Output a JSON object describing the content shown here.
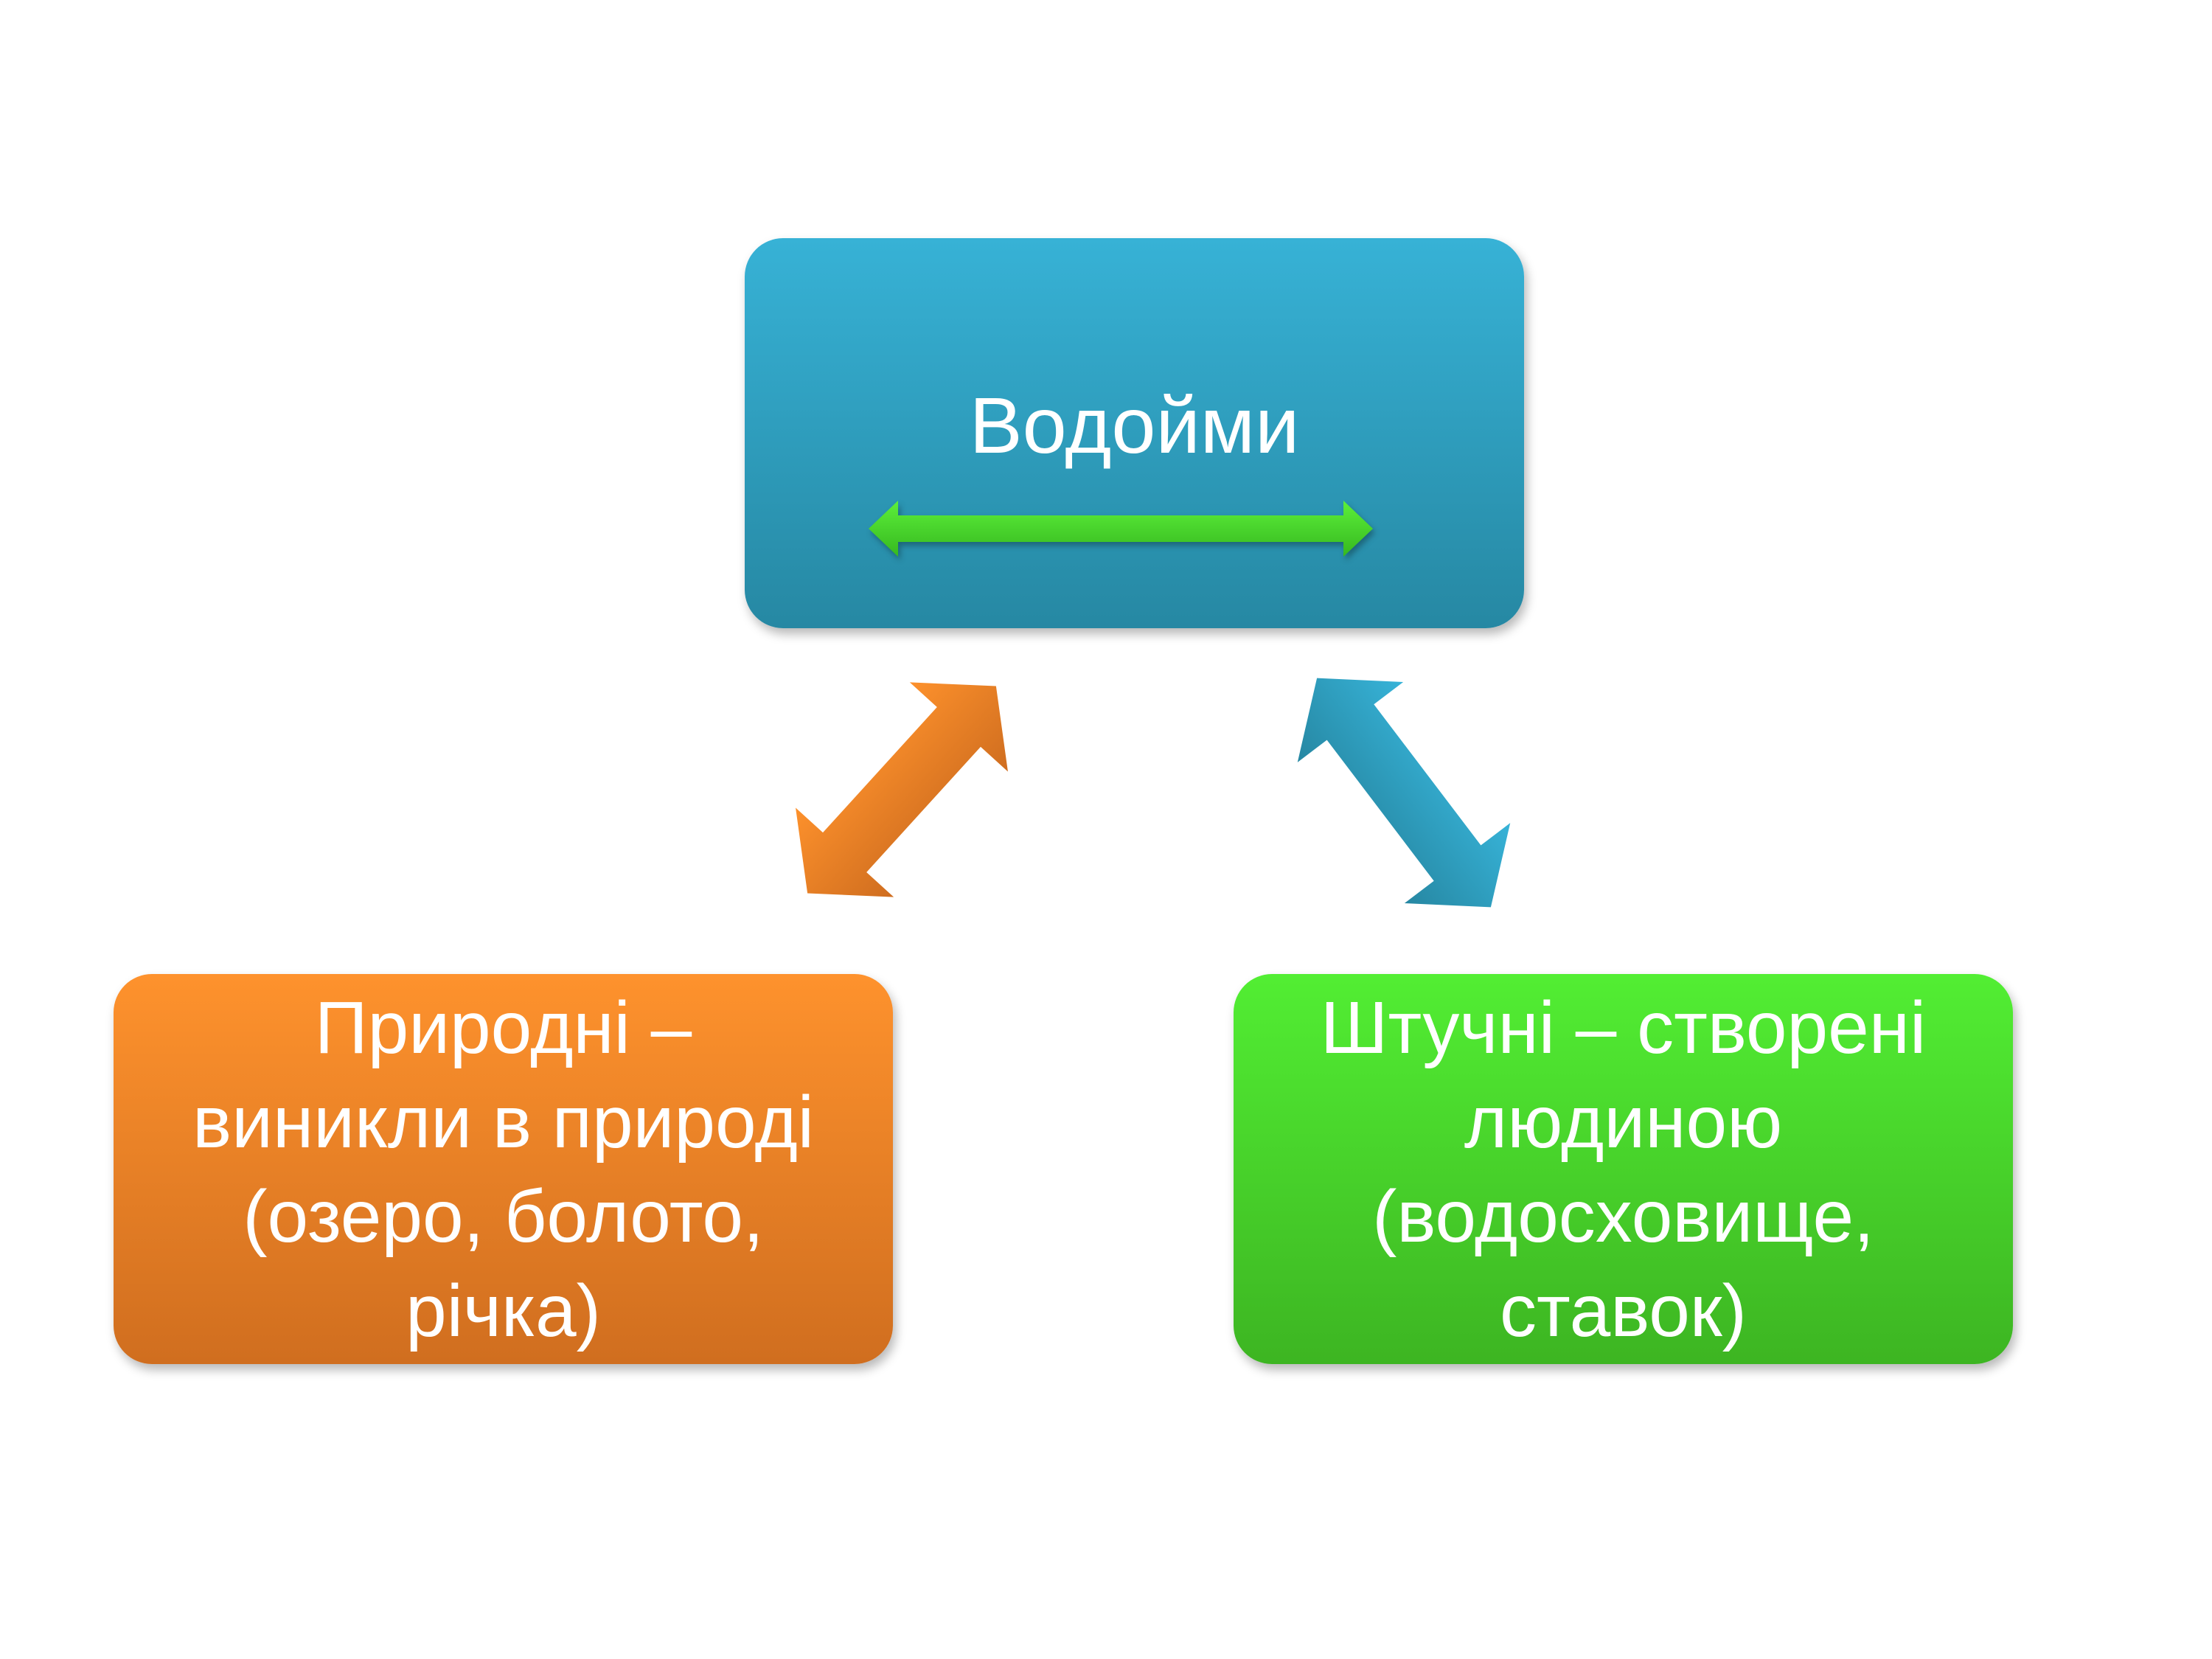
{
  "diagram": {
    "top": {
      "label": "Водойми",
      "color": "#33a9cc"
    },
    "left": {
      "lines": [
        "Природні –",
        "виникли в природі",
        "(озеро, болото,",
        "річка)"
      ],
      "color": "#f58a2a"
    },
    "right": {
      "lines": [
        "Штучні – створені",
        "людиною",
        "(водосховище,",
        "ставок)"
      ],
      "color": "#4be02e"
    },
    "arrows": [
      {
        "name": "green-double-arrow",
        "color": "#4cd62c"
      },
      {
        "name": "orange-double-arrow",
        "color": "#f08828"
      },
      {
        "name": "blue-double-arrow",
        "color": "#34a7cb"
      }
    ]
  }
}
